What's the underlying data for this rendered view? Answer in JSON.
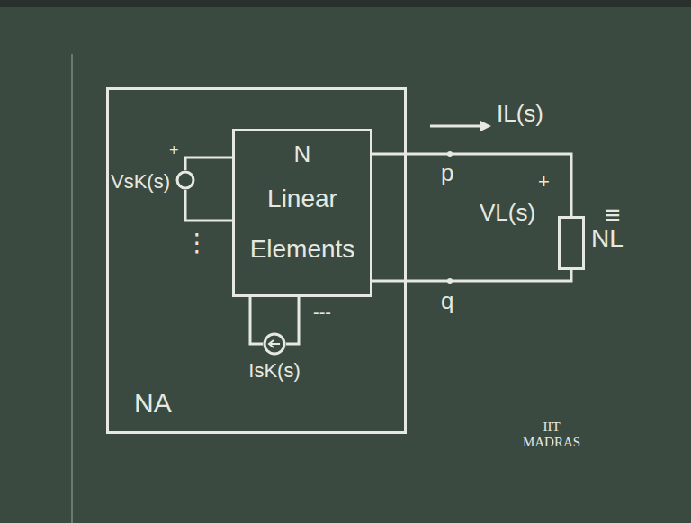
{
  "diagram": {
    "nodes": [
      {
        "text": [
          "NA"
        ]
      },
      {
        "text": [
          "N",
          "Linear Elements"
        ],
        "in": 0
      },
      {
        "text": [
          "VsK(s)"
        ],
        "in": 0
      },
      {
        "text": [
          "IsK(s)"
        ],
        "in": 0
      },
      {
        "text": [
          "NL"
        ]
      }
    ],
    "edges": [
      {
        "from": 2,
        "to": 1,
        "arrow": "none"
      },
      {
        "from": 3,
        "to": 1,
        "arrow": "none"
      },
      {
        "from": 1,
        "to": 4,
        "arrow": "none"
      }
    ],
    "labels": [
      "+",
      "⋮",
      "---",
      "IL(s)",
      "p",
      "q",
      "+",
      "VL(s)",
      "≡",
      "IIT MADRAS"
    ]
  }
}
